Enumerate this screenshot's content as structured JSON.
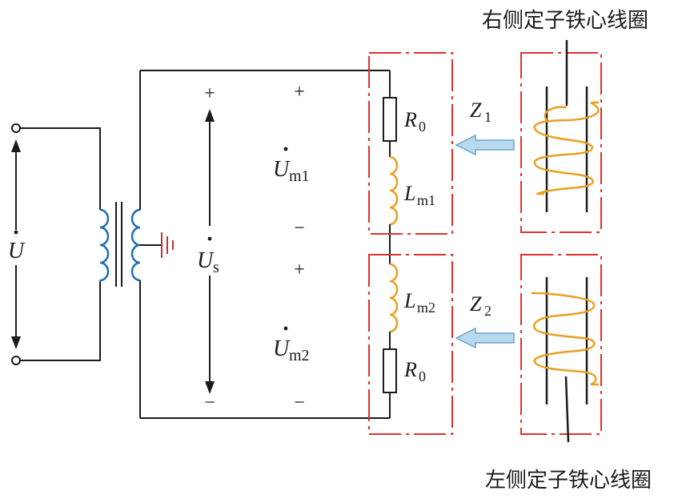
{
  "labels": {
    "right_core": "右侧定子铁心线圈",
    "left_core": "左侧定子铁心线圈",
    "plus": "+",
    "minus": "−",
    "U": "U",
    "Us_main": "U",
    "Us_sub": "s",
    "Um1_main": "U",
    "Um1_sub": "m1",
    "Um2_main": "U",
    "Um2_sub": "m2",
    "R0_main": "R",
    "R0_sub": "0",
    "Lm1_main": "L",
    "Lm1_sub": "m1",
    "Lm2_main": "L",
    "Lm2_sub": "m2",
    "Z1_main": "Z",
    "Z1_sub": "1",
    "Z2_main": "Z",
    "Z2_sub": "2"
  },
  "colors": {
    "wire": "#1a1a1a",
    "coil_blue": "#1f6fb4",
    "coil_orange": "#e8a020",
    "box_red": "#e0312f",
    "arrow_fill": "#b9d9ef",
    "arrow_stroke": "#6aa3cf",
    "ground": "#c43030"
  }
}
